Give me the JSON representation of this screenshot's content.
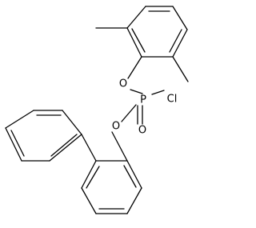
{
  "molecule": {
    "atoms": {
      "o1": "O",
      "o2": "O",
      "o3": "O",
      "p": "P",
      "cl": "Cl"
    }
  },
  "colors": {
    "bond": "#000000",
    "label": "#000000",
    "background": "#ffffff"
  }
}
